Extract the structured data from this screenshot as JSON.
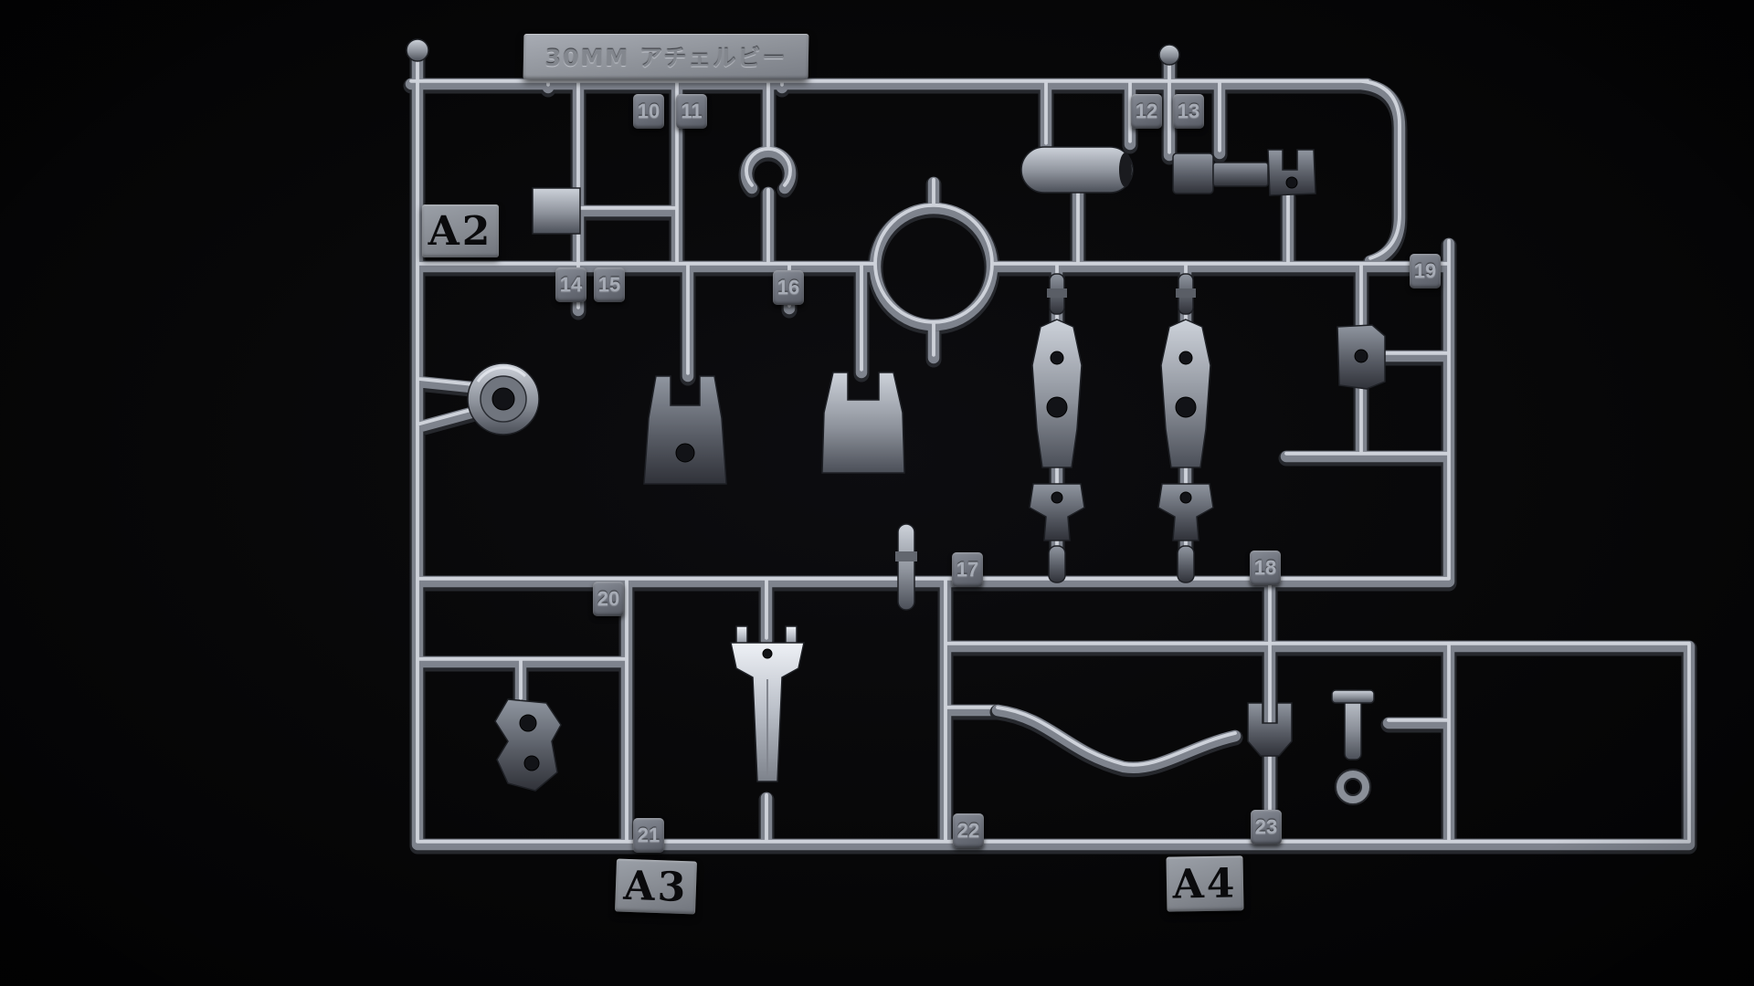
{
  "nameplate": {
    "title": "30MM アチェルビー"
  },
  "gate_labels": {
    "a2": "A2",
    "a3": "A3",
    "a4": "A4"
  },
  "part_numbers": {
    "n10": "10",
    "n11": "11",
    "n12": "12",
    "n13": "13",
    "n14": "14",
    "n15": "15",
    "n16": "16",
    "n17": "17",
    "n18": "18",
    "n19": "19",
    "n20": "20",
    "n21": "21",
    "n22": "22",
    "n23": "23"
  },
  "colors": {
    "background": "#060607",
    "plastic_highlight": "#e2e6ed",
    "plastic_mid": "#7e838d",
    "plastic_shadow": "#26282d",
    "plate": "#8e929b",
    "stencil_text": "#0a0a0c"
  }
}
